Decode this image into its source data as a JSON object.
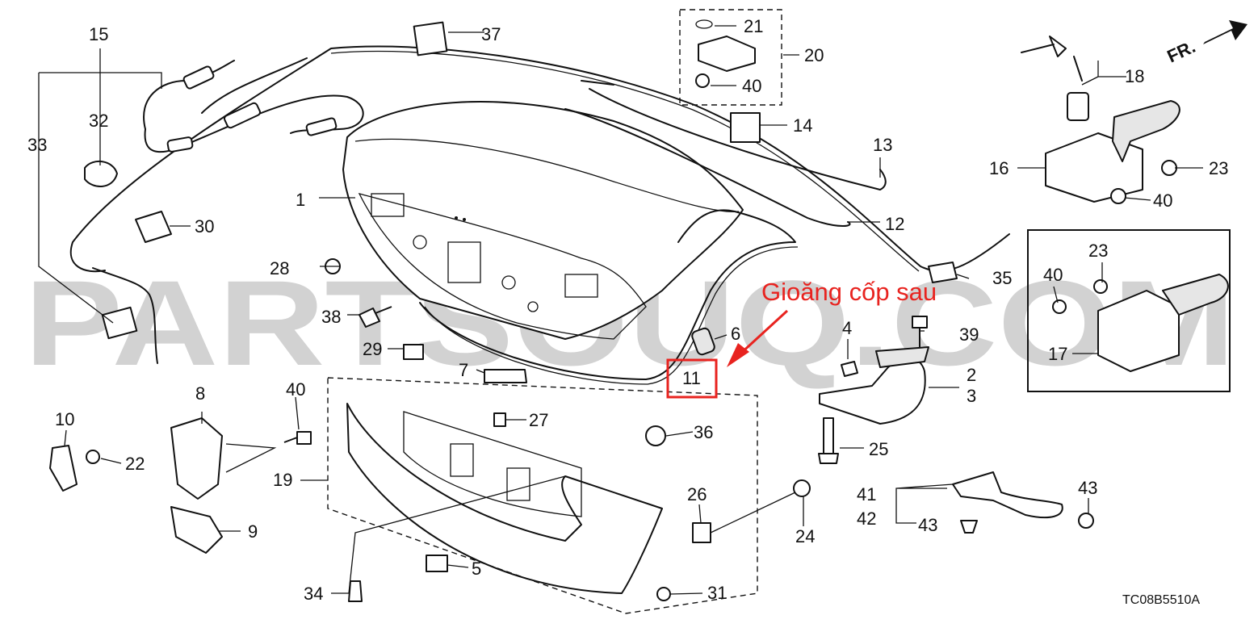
{
  "diagram": {
    "code": "TC08B5510A",
    "annotation": "Gioăng cốp sau",
    "highlighted_part": "11",
    "watermark": "PARTSOUQ.COM",
    "direction_marker": "FR.",
    "accent_color": "#e8231f",
    "part_labels": [
      "1",
      "2",
      "3",
      "4",
      "5",
      "6",
      "7",
      "8",
      "9",
      "10",
      "11",
      "12",
      "13",
      "14",
      "15",
      "16",
      "17",
      "18",
      "19",
      "20",
      "21",
      "22",
      "23",
      "23",
      "24",
      "25",
      "26",
      "27",
      "28",
      "29",
      "30",
      "31",
      "32",
      "33",
      "34",
      "35",
      "36",
      "37",
      "38",
      "39",
      "40",
      "40",
      "40",
      "40",
      "40",
      "41",
      "42",
      "43",
      "43"
    ]
  }
}
